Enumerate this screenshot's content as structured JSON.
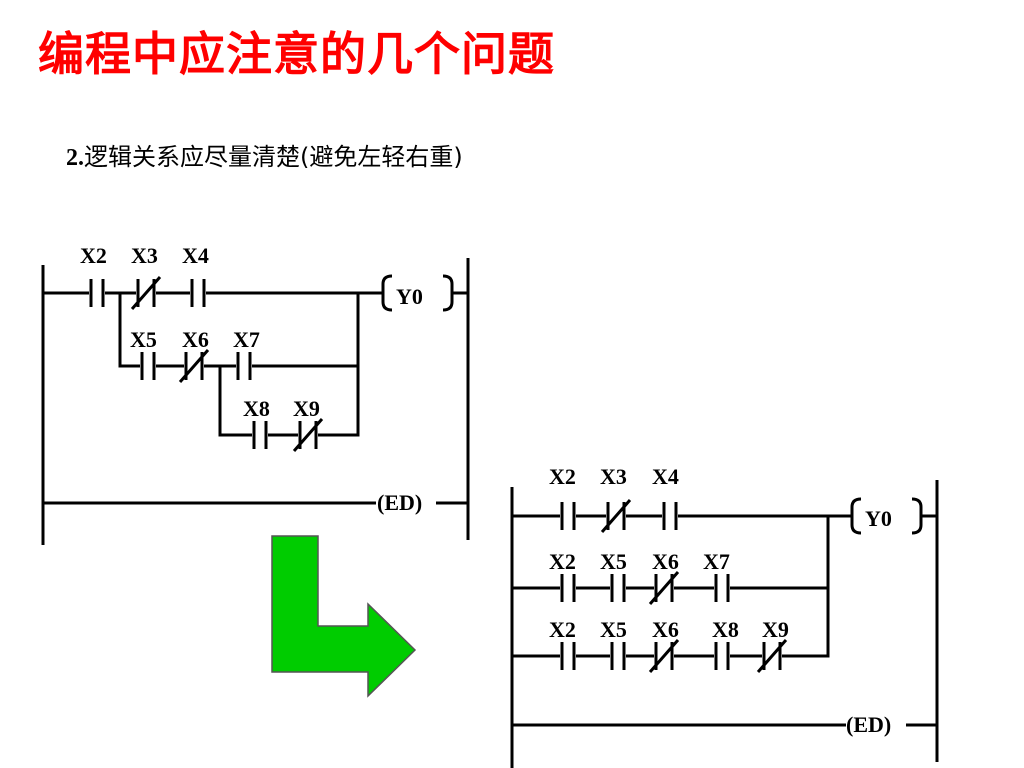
{
  "title": "编程中应注意的几个问题",
  "subtitle": {
    "number": "2.",
    "text": "逻辑关系应尽量清楚",
    "note": "(避免左轻右重)"
  },
  "ladder_before": {
    "coil": "Y0",
    "end": "(ED)",
    "contacts": [
      {
        "label": "X2",
        "type": "NO"
      },
      {
        "label": "X3",
        "type": "NC"
      },
      {
        "label": "X4",
        "type": "NO"
      },
      {
        "label": "X5",
        "type": "NO"
      },
      {
        "label": "X6",
        "type": "NC"
      },
      {
        "label": "X7",
        "type": "NO"
      },
      {
        "label": "X8",
        "type": "NO"
      },
      {
        "label": "X9",
        "type": "NC"
      }
    ]
  },
  "ladder_after": {
    "coil": "Y0",
    "end": "(ED)",
    "rows": [
      [
        {
          "label": "X2",
          "type": "NO"
        },
        {
          "label": "X3",
          "type": "NC"
        },
        {
          "label": "X4",
          "type": "NO"
        }
      ],
      [
        {
          "label": "X2",
          "type": "NO"
        },
        {
          "label": "X5",
          "type": "NO"
        },
        {
          "label": "X6",
          "type": "NC"
        },
        {
          "label": "X7",
          "type": "NO"
        }
      ],
      [
        {
          "label": "X2",
          "type": "NO"
        },
        {
          "label": "X5",
          "type": "NO"
        },
        {
          "label": "X6",
          "type": "NC"
        },
        {
          "label": "X8",
          "type": "NO"
        },
        {
          "label": "X9",
          "type": "NC"
        }
      ]
    ]
  },
  "colors": {
    "title": "#ff0000",
    "arrow": "#00cc00",
    "line": "#000000"
  }
}
